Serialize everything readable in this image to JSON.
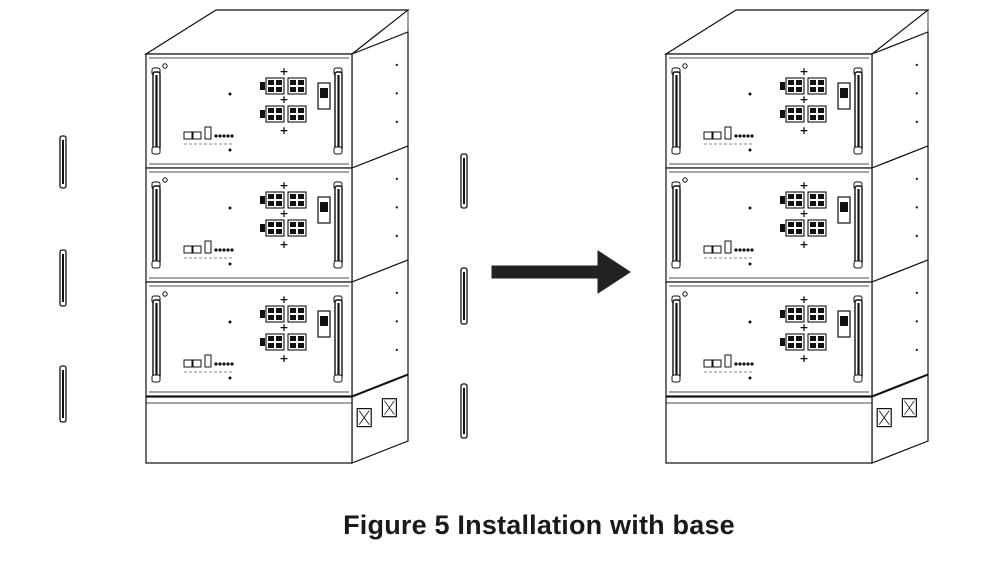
{
  "caption": "Figure 5 Installation with base",
  "colors": {
    "line": "#111111",
    "fill": "#ffffff",
    "arrow": "#222222"
  },
  "left_stack": {
    "battery_modules": 3,
    "has_base": true,
    "loose_side_brackets": 6
  },
  "right_stack": {
    "battery_modules": 3,
    "has_base": true,
    "loose_side_brackets": 0
  },
  "transition_arrow": "arrow-right-icon"
}
